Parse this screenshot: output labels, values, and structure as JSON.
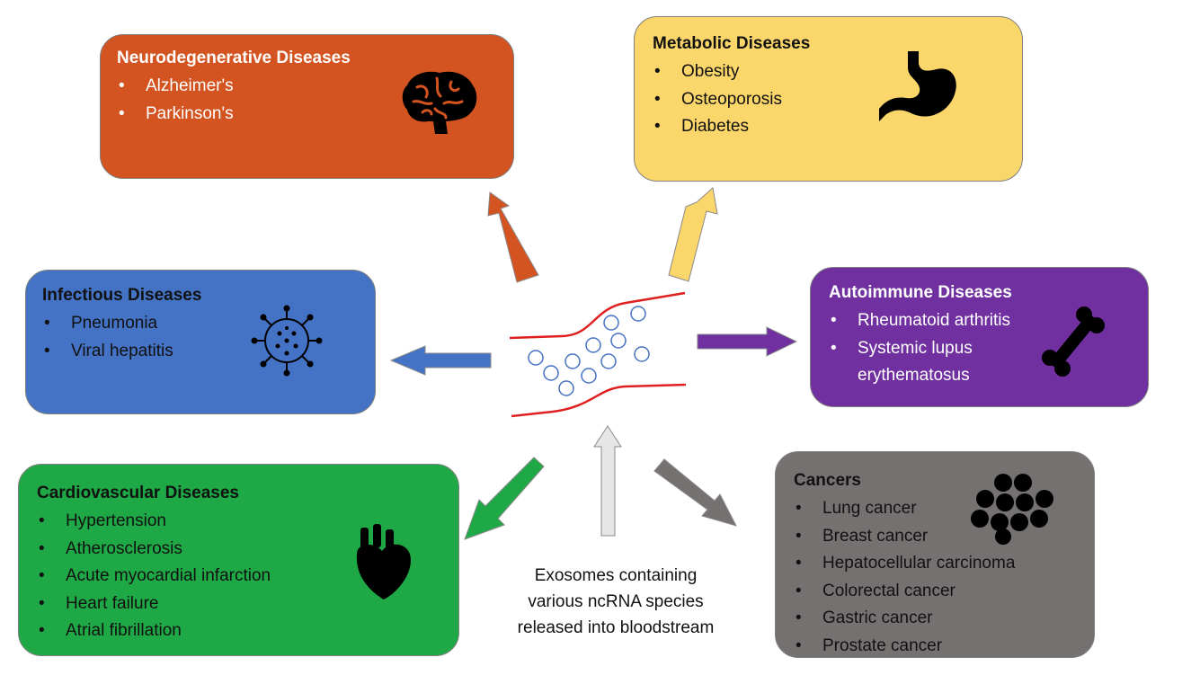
{
  "colors": {
    "neurodegenerative": "#d35420",
    "metabolic": "#fbd66a",
    "infectious": "#4472c4",
    "autoimmune": "#7030a0",
    "cardiovascular": "#1fa846",
    "cancers": "#767171",
    "center_arrow": "#e6e6e6",
    "vessel": "#e02020",
    "exosome": "#4472c4"
  },
  "categories": {
    "neurodegenerative": {
      "title": "Neurodegenerative Diseases",
      "items": [
        "Alzheimer's",
        "Parkinson's"
      ],
      "icon": "brain-icon"
    },
    "metabolic": {
      "title": "Metabolic Diseases",
      "items": [
        "Obesity",
        "Osteoporosis",
        "Diabetes"
      ],
      "icon": "stomach-icon"
    },
    "infectious": {
      "title": "Infectious Diseases",
      "items": [
        "Pneumonia",
        "Viral hepatitis"
      ],
      "icon": "virus-icon"
    },
    "autoimmune": {
      "title": "Autoimmune Diseases",
      "items": [
        "Rheumatoid arthritis",
        "Systemic lupus",
        "erythematosus"
      ],
      "icon": "bone-icon"
    },
    "cardiovascular": {
      "title": "Cardiovascular Diseases",
      "items": [
        "Hypertension",
        "Atherosclerosis",
        "Acute myocardial infarction",
        "Heart failure",
        "Atrial fibrillation"
      ],
      "icon": "heart-icon"
    },
    "cancers": {
      "title": "Cancers",
      "items": [
        "Lung cancer",
        "Breast cancer",
        "Hepatocellular carcinoma",
        "Colorectal cancer",
        "Gastric cancer",
        "Prostate cancer"
      ],
      "icon": "cells-icon"
    }
  },
  "center": {
    "caption_lines": [
      "Exosomes containing",
      "various ncRNA species",
      "released into bloodstream"
    ],
    "icon": "blood-vessel-icon"
  }
}
